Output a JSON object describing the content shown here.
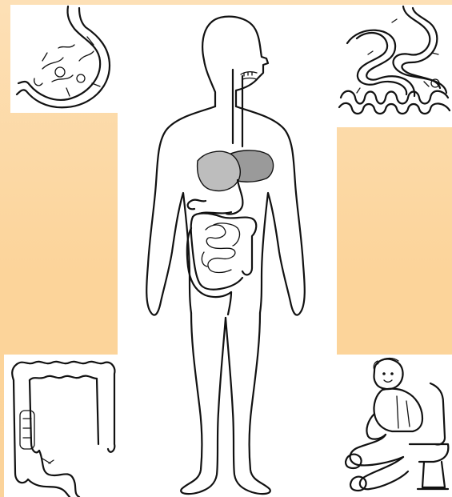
{
  "slide": {
    "background": "#fcd49a",
    "title_fragment": ""
  },
  "panels": [
    {
      "id": "stomach",
      "icon": "stomach-illustration"
    },
    {
      "id": "small-intestine",
      "icon": "small-intestine-illustration"
    },
    {
      "id": "large-intestine",
      "icon": "large-intestine-illustration"
    },
    {
      "id": "toilet",
      "icon": "boy-on-toilet-illustration"
    }
  ],
  "figure": {
    "icon": "human-digestive-system-outline",
    "organs": [
      "esophagus",
      "stomach",
      "liver",
      "small-intestine",
      "large-intestine"
    ]
  }
}
